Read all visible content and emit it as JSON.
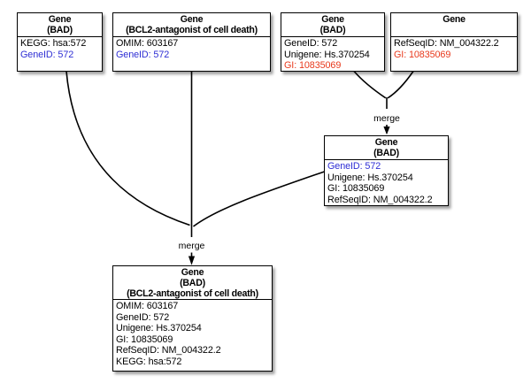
{
  "diagram": {
    "background": "#ffffff",
    "colors": {
      "black": "#000000",
      "blue": "#2e2ed4",
      "red": "#e8391c",
      "border": "#000000"
    },
    "nodes": [
      {
        "id": "gene_bad_kegg",
        "header": [
          "Gene",
          "(BAD)"
        ],
        "fields": [
          {
            "text": "KEGG: hsa:572",
            "color": "black"
          },
          {
            "text": "GeneID: 572",
            "color": "blue"
          }
        ]
      },
      {
        "id": "gene_bcl2_antagonist",
        "header": [
          "Gene",
          "(BCL2-antagonist of cell death)"
        ],
        "fields": [
          {
            "text": "OMIM: 603167",
            "color": "black"
          },
          {
            "text": "GeneID: 572",
            "color": "blue"
          }
        ]
      },
      {
        "id": "gene_bad_unigene",
        "header": [
          "Gene",
          "(BAD)"
        ],
        "fields": [
          {
            "text": "GeneID: 572",
            "color": "black"
          },
          {
            "text": "Unigene: Hs.370254",
            "color": "black"
          },
          {
            "text": "GI: 10835069",
            "color": "red"
          }
        ]
      },
      {
        "id": "gene_refseq",
        "header": [
          "Gene"
        ],
        "fields": [
          {
            "text": "RefSeqID: NM_004322.2",
            "color": "black"
          },
          {
            "text": "GI: 10835069",
            "color": "red"
          }
        ]
      },
      {
        "id": "gene_merged_right",
        "header": [
          "Gene",
          "(BAD)"
        ],
        "fields": [
          {
            "text": "GeneID: 572",
            "color": "blue"
          },
          {
            "text": "Unigene: Hs.370254",
            "color": "black"
          },
          {
            "text": "GI: 10835069",
            "color": "black"
          },
          {
            "text": "RefSeqID: NM_004322.2",
            "color": "black"
          }
        ]
      },
      {
        "id": "gene_merged_all",
        "header": [
          "Gene",
          "(BAD)",
          "(BCL2-antagonist of cell death)"
        ],
        "fields": [
          {
            "text": "OMIM: 603167",
            "color": "black"
          },
          {
            "text": "GeneID: 572",
            "color": "black"
          },
          {
            "text": "Unigene: Hs.370254",
            "color": "black"
          },
          {
            "text": "GI: 10835069",
            "color": "black"
          },
          {
            "text": "RefSeqID: NM_004322.2",
            "color": "black"
          },
          {
            "text": "KEGG: hsa:572",
            "color": "black"
          }
        ]
      }
    ],
    "edge_labels": {
      "merge_right": "merge",
      "merge_bottom": "merge"
    }
  }
}
